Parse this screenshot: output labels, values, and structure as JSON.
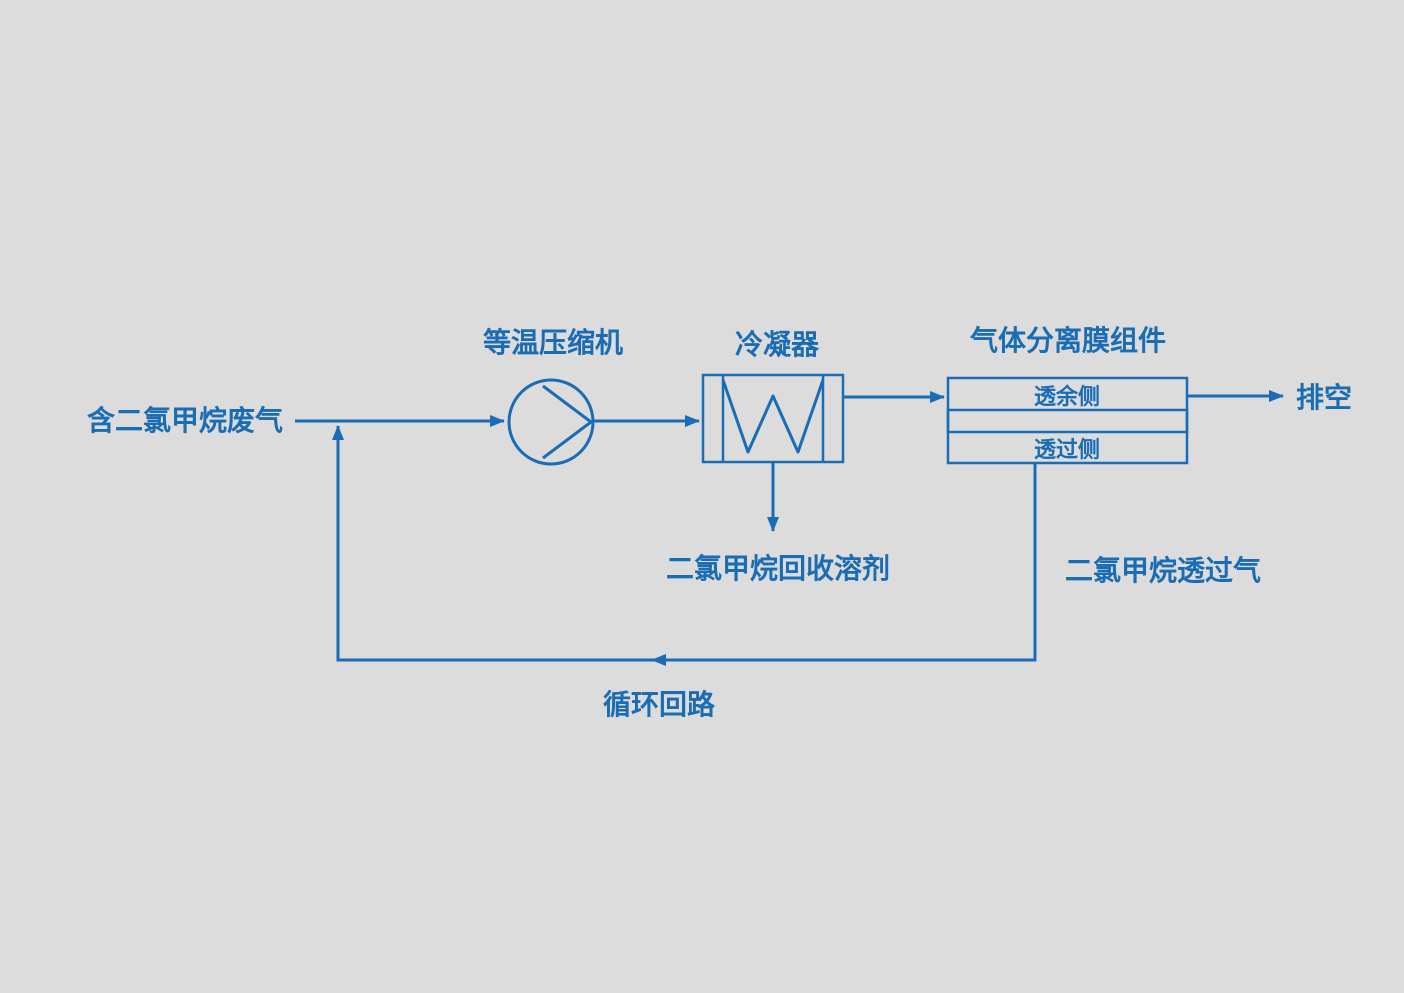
{
  "diagram": {
    "colors": {
      "accent": "#1a6cb5",
      "background": "#dcdcdc"
    },
    "labels": {
      "feed": "含二氯甲烷废气",
      "compressor": "等温压缩机",
      "condenser": "冷凝器",
      "membrane": "气体分离膜组件",
      "retentate": "透余侧",
      "permeate": "透过侧",
      "vent": "排空",
      "recovered_solvent": "二氯甲烷回收溶剂",
      "permeate_gas": "二氯甲烷透过气",
      "recycle": "循环回路"
    }
  }
}
